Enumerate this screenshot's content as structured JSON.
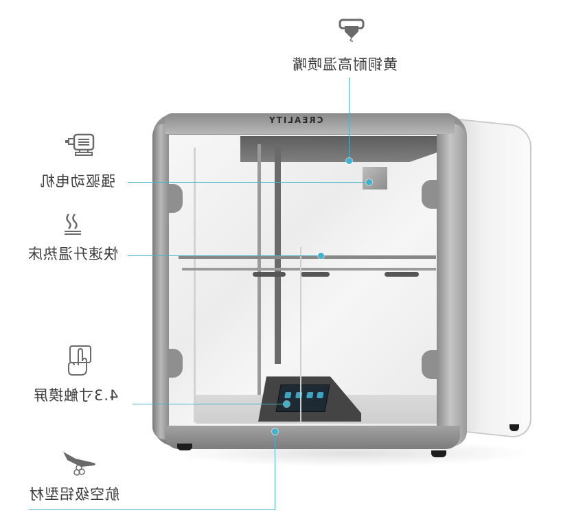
{
  "product": {
    "brand_text": "CREALITY",
    "mirrored": true,
    "accent_color": "#4bb3c9",
    "frame_color": "#9c9c9c"
  },
  "callouts": [
    {
      "id": "nozzle",
      "label": "黄铜耐高温喷嘴",
      "icon": "nozzle-icon"
    },
    {
      "id": "motor",
      "label": "强驱动电机",
      "icon": "motor-icon"
    },
    {
      "id": "bed",
      "label": "快速升温热床",
      "icon": "heat-icon"
    },
    {
      "id": "screen",
      "label": "4.3寸触摸屏",
      "icon": "touch-icon"
    },
    {
      "id": "frame",
      "label": "航空级铝型材",
      "icon": "plane-icon"
    }
  ]
}
